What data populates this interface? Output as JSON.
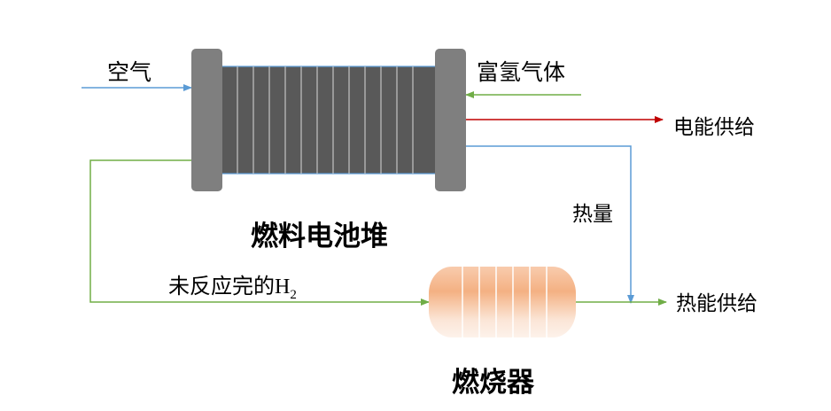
{
  "labels": {
    "air": "空气",
    "hydrogen_rich_gas": "富氢气体",
    "electric_power_supply": "电能供给",
    "heat": "热量",
    "heat_supply": "热能供给",
    "fuel_cell_stack": "燃料电池堆",
    "unreacted_h2_prefix": "未反应完的",
    "unreacted_h2_element": "H",
    "unreacted_h2_subscript": "2",
    "burner": "燃烧器"
  },
  "colors": {
    "air_flow": "#5b9bd5",
    "hydrogen_flow": "#70ad47",
    "electric_flow": "#c00000",
    "heat_flow": "#5b9bd5",
    "end_plate": "#7f7f7f",
    "stack_body": "#595959",
    "burner_fill": "#f4b183"
  },
  "icons": {
    "arrowhead": "triangle-arrowhead"
  }
}
